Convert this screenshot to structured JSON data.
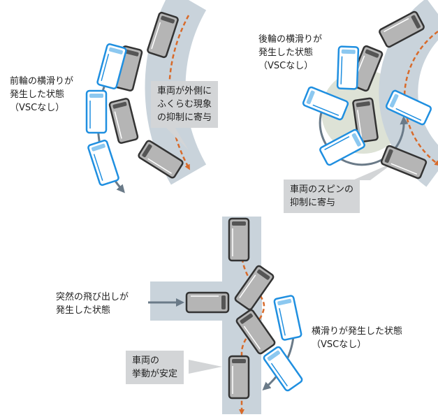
{
  "labels": {
    "front_skid": "前輪の横滑りが\n発生した状態\n（VSCなし）",
    "bulge_callout": "車両が外側に\nふくらむ現象\nの抑制に寄与",
    "rear_skid": "後輪の横滑りが\n発生した状態\n（VSCなし）",
    "spin_callout": "車両のスピンの\n抑制に寄与",
    "sudden": "突然の飛び出しが\n発生した状態",
    "side_skid": "横滑りが発生した状態\n（VSCなし）",
    "stable_callout": "車両の\n挙動が安定"
  },
  "colors": {
    "road": "#c9d3db",
    "road_light": "#dde2d6",
    "vsc_path": "#d86a2a",
    "skid_path": "#6a7a88",
    "vsc_car_outline": "#333333",
    "vsc_car_fill": "#b5b5b5",
    "skid_car_outline": "#1f8fe0",
    "skid_car_fill": "#ffffff",
    "callout_bg": "#d3d5d7"
  }
}
